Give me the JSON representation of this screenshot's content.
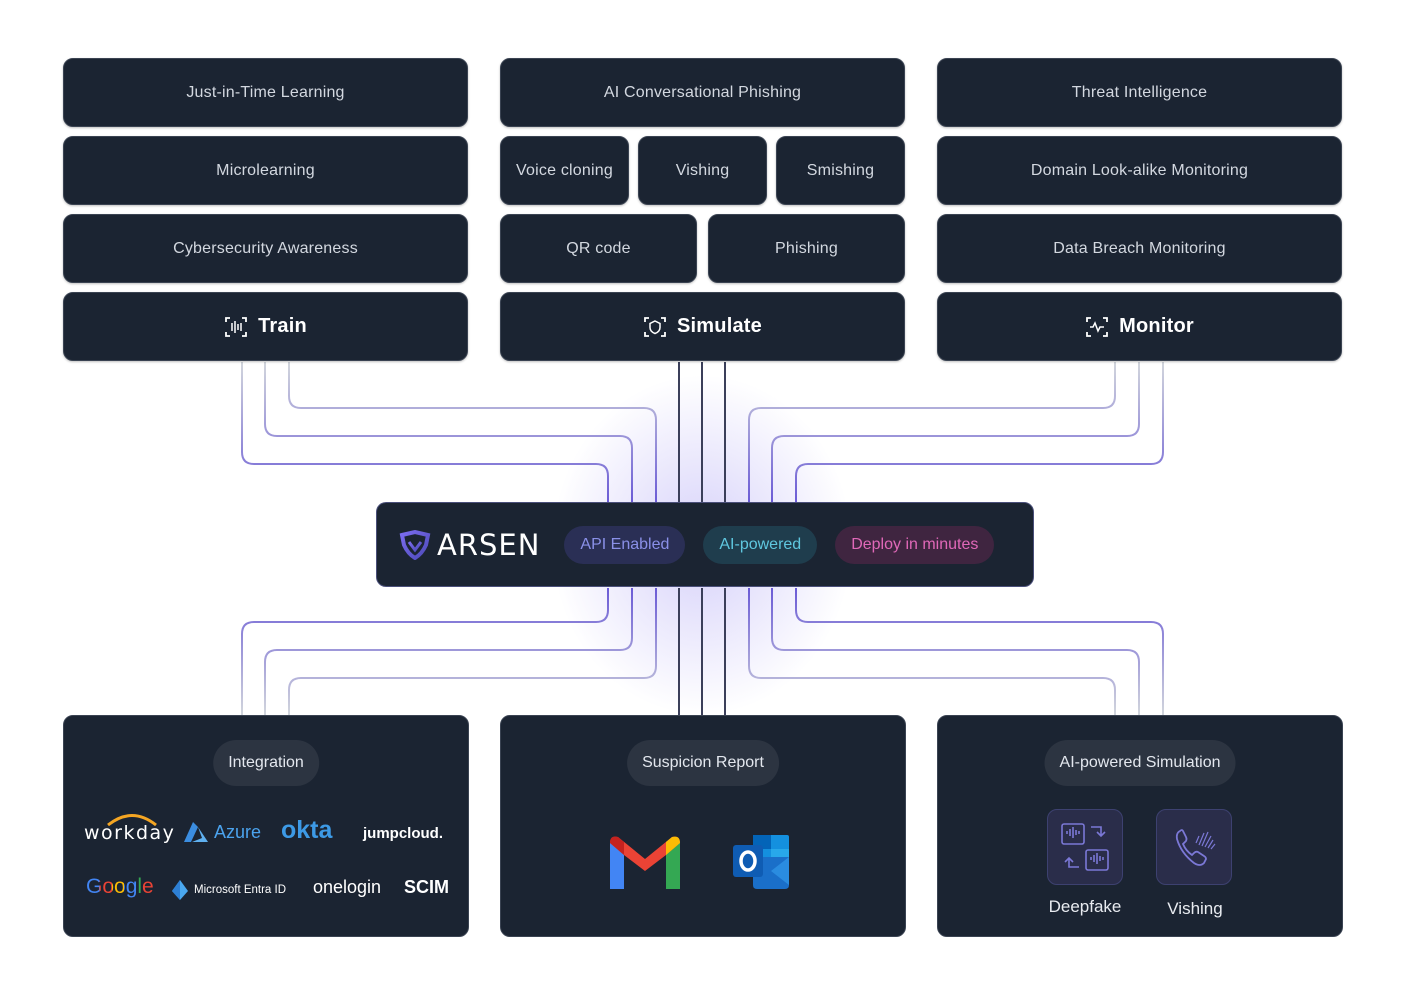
{
  "train": {
    "items": [
      "Just-in-Time Learning",
      "Microlearning",
      "Cybersecurity Awareness"
    ],
    "label": "Train",
    "icon": "train-scan-icon"
  },
  "simulate": {
    "top": "AI Conversational Phishing",
    "row2": [
      "Voice cloning",
      "Vishing",
      "Smishing"
    ],
    "row3": [
      "QR code",
      "Phishing"
    ],
    "label": "Simulate",
    "icon": "simulate-scan-icon"
  },
  "monitor": {
    "items": [
      "Threat Intelligence",
      "Domain Look-alike Monitoring",
      "Data Breach Monitoring"
    ],
    "label": "Monitor",
    "icon": "monitor-scan-icon"
  },
  "hub": {
    "brand": "ARSEN",
    "badges": {
      "api": "API Enabled",
      "ai": "AI-powered",
      "deploy": "Deploy in minutes"
    }
  },
  "integration": {
    "title": "Integration",
    "logos": [
      "workday",
      "Azure",
      "okta",
      "jumpcloud.",
      "Google",
      "Microsoft Entra ID",
      "onelogin",
      "SCIM"
    ]
  },
  "suspicion": {
    "title": "Suspicion Report",
    "logos": [
      "gmail-icon",
      "outlook-icon"
    ]
  },
  "simulation": {
    "title": "AI-powered Simulation",
    "items": [
      "Deepfake",
      "Vishing"
    ]
  },
  "colors": {
    "card_bg": "#1b2432",
    "accent_purple": "#6b5bd6",
    "connector_gray": "#d4d7dd"
  }
}
